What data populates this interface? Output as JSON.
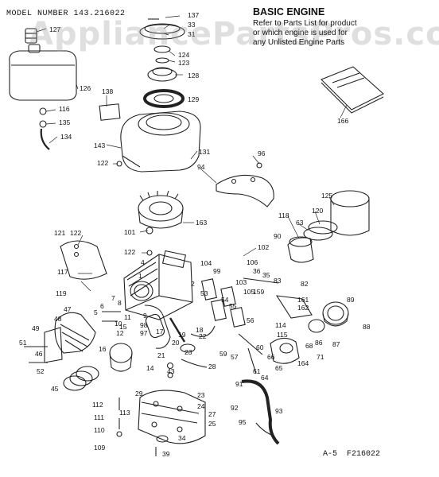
{
  "header": {
    "model_number": "MODEL NUMBER 143.216022",
    "watermark": "AppliancePartsPros.com"
  },
  "note": {
    "title": "BASIC ENGINE",
    "lines": [
      "Refer to Parts List for product",
      "or which engine is used for",
      "any Unlisted Engine Parts"
    ]
  },
  "footer": {
    "page_ref": "A-5",
    "drawing_number": "F216022"
  },
  "parts": [
    {
      "id": "p137",
      "label": "137"
    },
    {
      "id": "p33",
      "label": "33"
    },
    {
      "id": "p31",
      "label": "31"
    },
    {
      "id": "p124",
      "label": "124"
    },
    {
      "id": "p123",
      "label": "123"
    },
    {
      "id": "p128",
      "label": "128"
    },
    {
      "id": "p129",
      "label": "129"
    },
    {
      "id": "p127",
      "label": "127"
    },
    {
      "id": "p126",
      "label": "126"
    },
    {
      "id": "p116",
      "label": "116"
    },
    {
      "id": "p135",
      "label": "135"
    },
    {
      "id": "p134",
      "label": "134"
    },
    {
      "id": "p138",
      "label": "138"
    },
    {
      "id": "p143",
      "label": "143"
    },
    {
      "id": "p131",
      "label": "131"
    },
    {
      "id": "p122a",
      "label": "122"
    },
    {
      "id": "p166",
      "label": "166"
    },
    {
      "id": "p96",
      "label": "96"
    },
    {
      "id": "p94",
      "label": "94"
    },
    {
      "id": "p125",
      "label": "125"
    },
    {
      "id": "p118",
      "label": "118"
    },
    {
      "id": "p63",
      "label": "63"
    },
    {
      "id": "p120",
      "label": "120"
    },
    {
      "id": "p163",
      "label": "163"
    },
    {
      "id": "p101",
      "label": "101"
    },
    {
      "id": "p121",
      "label": "121"
    },
    {
      "id": "p122b",
      "label": "122"
    },
    {
      "id": "p90",
      "label": "90"
    },
    {
      "id": "p102",
      "label": "102"
    },
    {
      "id": "p122c",
      "label": "122"
    },
    {
      "id": "p4",
      "label": "4"
    },
    {
      "id": "p104",
      "label": "104"
    },
    {
      "id": "p99",
      "label": "99"
    },
    {
      "id": "p106",
      "label": "106"
    },
    {
      "id": "p117",
      "label": "117"
    },
    {
      "id": "p1",
      "label": "1"
    },
    {
      "id": "p36",
      "label": "36"
    },
    {
      "id": "p35",
      "label": "35"
    },
    {
      "id": "p103",
      "label": "103"
    },
    {
      "id": "p83",
      "label": "83"
    },
    {
      "id": "p105",
      "label": "105"
    },
    {
      "id": "p2",
      "label": "2"
    },
    {
      "id": "p119",
      "label": "119"
    },
    {
      "id": "p82",
      "label": "82"
    },
    {
      "id": "p159",
      "label": "159"
    },
    {
      "id": "p53",
      "label": "53"
    },
    {
      "id": "p54",
      "label": "54"
    },
    {
      "id": "p55",
      "label": "55"
    },
    {
      "id": "p161",
      "label": "161"
    },
    {
      "id": "p162",
      "label": "162"
    },
    {
      "id": "p89",
      "label": "89"
    },
    {
      "id": "p47",
      "label": "47"
    },
    {
      "id": "p5",
      "label": "5"
    },
    {
      "id": "p6",
      "label": "6"
    },
    {
      "id": "p7",
      "label": "7"
    },
    {
      "id": "p8",
      "label": "8"
    },
    {
      "id": "p9",
      "label": "9"
    },
    {
      "id": "p11",
      "label": "11"
    },
    {
      "id": "p10",
      "label": "10"
    },
    {
      "id": "p48",
      "label": "48"
    },
    {
      "id": "p49",
      "label": "49"
    },
    {
      "id": "p98",
      "label": "98"
    },
    {
      "id": "p97",
      "label": "97"
    },
    {
      "id": "p18",
      "label": "18"
    },
    {
      "id": "p56",
      "label": "56"
    },
    {
      "id": "p114",
      "label": "114"
    },
    {
      "id": "p88",
      "label": "88"
    },
    {
      "id": "p115",
      "label": "115"
    },
    {
      "id": "p87",
      "label": "87"
    },
    {
      "id": "p86",
      "label": "86"
    },
    {
      "id": "p51",
      "label": "51"
    },
    {
      "id": "p15",
      "label": "15"
    },
    {
      "id": "p12",
      "label": "12"
    },
    {
      "id": "p17",
      "label": "17"
    },
    {
      "id": "p19",
      "label": "19"
    },
    {
      "id": "p16",
      "label": "16"
    },
    {
      "id": "p22",
      "label": "22"
    },
    {
      "id": "p20",
      "label": "20"
    },
    {
      "id": "p60",
      "label": "60"
    },
    {
      "id": "p59",
      "label": "59"
    },
    {
      "id": "p57",
      "label": "57"
    },
    {
      "id": "p68",
      "label": "68"
    },
    {
      "id": "p71",
      "label": "71"
    },
    {
      "id": "p66",
      "label": "66"
    },
    {
      "id": "p46",
      "label": "46"
    },
    {
      "id": "p21",
      "label": "21"
    },
    {
      "id": "p23",
      "label": "23"
    },
    {
      "id": "p65",
      "label": "65"
    },
    {
      "id": "p164",
      "label": "164"
    },
    {
      "id": "p52",
      "label": "52"
    },
    {
      "id": "p14",
      "label": "14"
    },
    {
      "id": "p43",
      "label": "43"
    },
    {
      "id": "p28",
      "label": "28"
    },
    {
      "id": "p61",
      "label": "61"
    },
    {
      "id": "p64",
      "label": "64"
    },
    {
      "id": "p45",
      "label": "45"
    },
    {
      "id": "p29",
      "label": "29"
    },
    {
      "id": "p23b",
      "label": "23"
    },
    {
      "id": "p91",
      "label": "91"
    },
    {
      "id": "p112",
      "label": "112"
    },
    {
      "id": "p24",
      "label": "24"
    },
    {
      "id": "p113",
      "label": "113"
    },
    {
      "id": "p92",
      "label": "92"
    },
    {
      "id": "p93",
      "label": "93"
    },
    {
      "id": "p27",
      "label": "27"
    },
    {
      "id": "p111",
      "label": "111"
    },
    {
      "id": "p25",
      "label": "25"
    },
    {
      "id": "p95",
      "label": "95"
    },
    {
      "id": "p110",
      "label": "110"
    },
    {
      "id": "p34",
      "label": "34"
    },
    {
      "id": "p109",
      "label": "109"
    },
    {
      "id": "p39",
      "label": "39"
    }
  ]
}
